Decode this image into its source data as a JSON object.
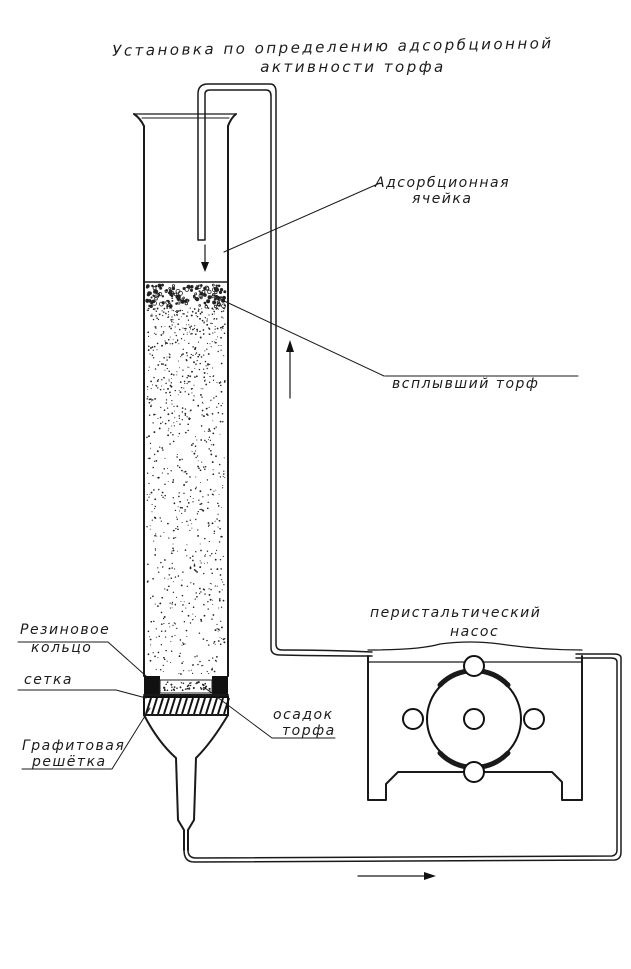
{
  "title": {
    "line1": "Установка по определению адсорбционной",
    "line2": "активности торфа"
  },
  "labels": {
    "adsorption_cell_1": "Адсорбционная",
    "adsorption_cell_2": "ячейка",
    "floated_peat": "всплывший торф",
    "pump_1": "перистальтический",
    "pump_2": "насос",
    "rubber_ring_1": "Резиновое",
    "rubber_ring_2": "кольцо",
    "mesh": "сетка",
    "sediment_1": "осадок",
    "sediment_2": "торфа",
    "grid_1": "Графитовая",
    "grid_2": "решётка"
  },
  "colors": {
    "ink": "#1a1a1a",
    "paper": "#ffffff"
  }
}
